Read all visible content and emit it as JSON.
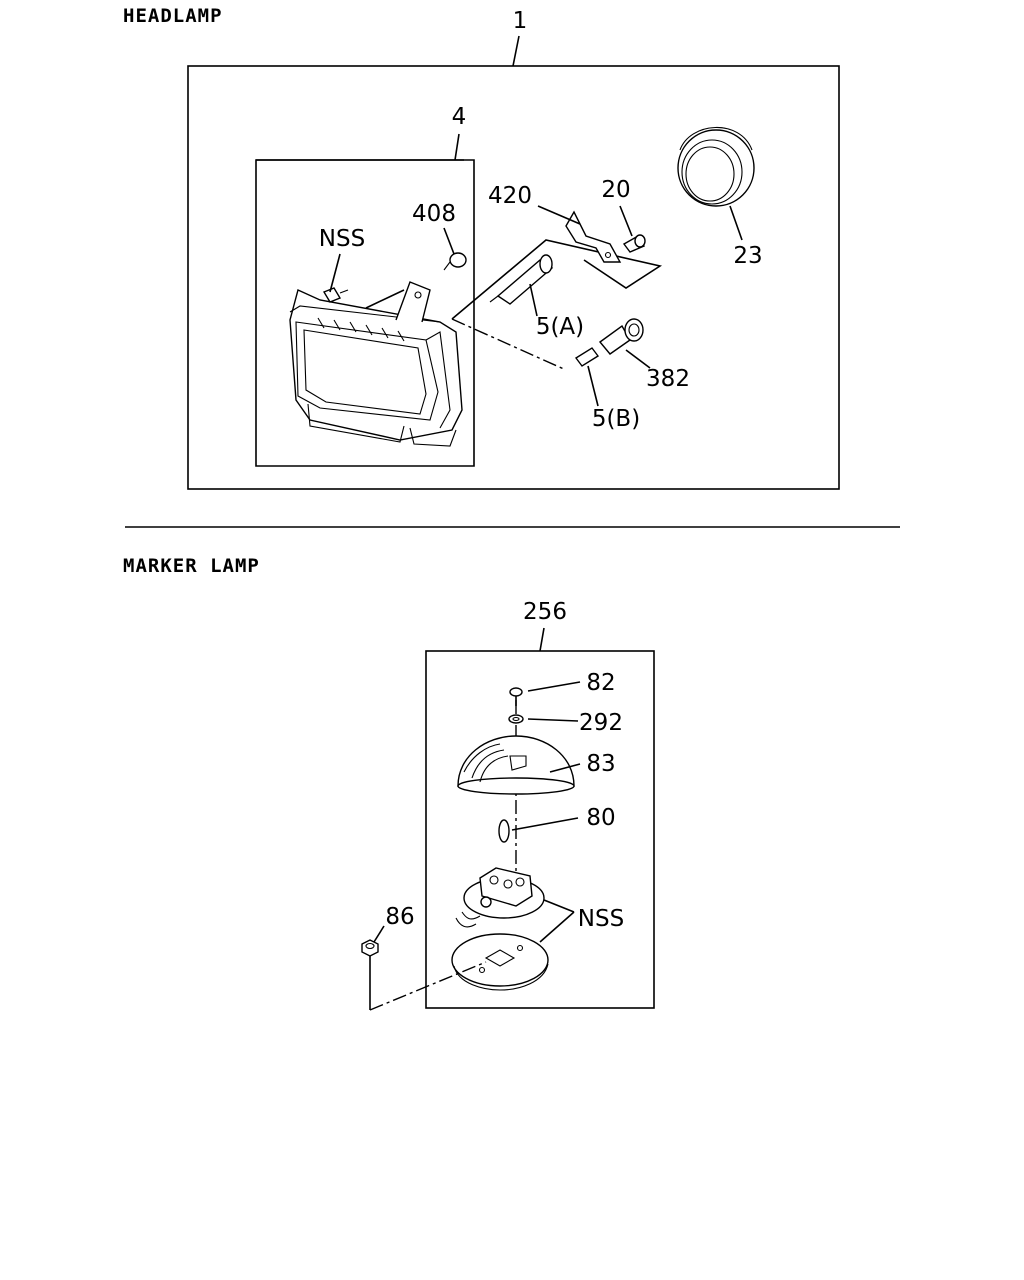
{
  "headlamp": {
    "title": "HEADLAMP",
    "callouts": {
      "assembly": "1",
      "unit": "4",
      "ring": "23",
      "screw": "20",
      "bracket": "420",
      "cap": "408",
      "nss": "NSS",
      "bulb_a": "5(A)",
      "bulb_b": "5(B)",
      "socket": "382"
    }
  },
  "marker_lamp": {
    "title": "MARKER LAMP",
    "callouts": {
      "assembly": "256",
      "screw": "82",
      "washer": "292",
      "lens": "83",
      "bulb": "80",
      "nss": "NSS",
      "nut": "86"
    }
  }
}
